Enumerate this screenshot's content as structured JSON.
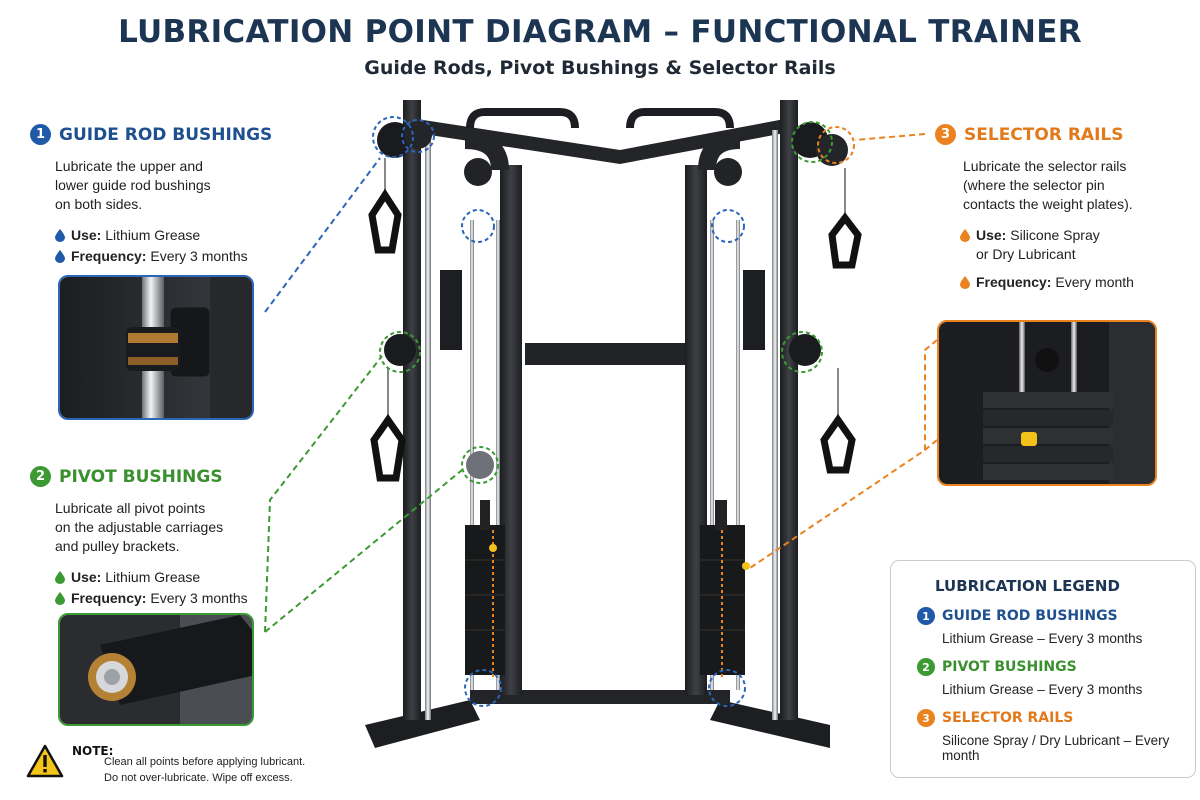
{
  "title": "LUBRICATION POINT DIAGRAM – FUNCTIONAL TRAINER",
  "subtitle": "Guide Rods, Pivot Bushings & Selector Rails",
  "colors": {
    "blue": "#1e5aa8",
    "green": "#3c9a33",
    "orange": "#e9821f",
    "navy": "#1b3553"
  },
  "sections": [
    {
      "number": "1",
      "heading": "GUIDE ROD BUSHINGS",
      "description": [
        "Lubricate the upper and",
        "lower guide rod bushings",
        "on both sides."
      ],
      "use_label": "Use:",
      "use_value": "Lithium Grease",
      "frequency_label": "Frequency:",
      "frequency_value": "Every 3 months",
      "icon": "blue-grease-drop-icon"
    },
    {
      "number": "2",
      "heading": "PIVOT BUSHINGS",
      "description": [
        "Lubricate all pivot points",
        "on the adjustable carriages",
        "and pulley brackets."
      ],
      "use_label": "Use:",
      "use_value": "Lithium Grease",
      "frequency_label": "Frequency:",
      "frequency_value": "Every 3 months",
      "icon": "green-grease-drop-icon"
    },
    {
      "number": "3",
      "heading": "SELECTOR RAILS",
      "description": [
        "Lubricate the selector rails",
        "(where the selector pin",
        "contacts the weight plates)."
      ],
      "use_label": "Use:",
      "use_value_lines": [
        "Silicone Spray",
        "or Dry Lubricant"
      ],
      "frequency_label": "Frequency:",
      "frequency_value": "Every month",
      "icon": "orange-lubricant-drop-icon"
    }
  ],
  "legend": {
    "title": "LUBRICATION LEGEND",
    "items": [
      {
        "number": "1",
        "name": "GUIDE ROD BUSHINGS",
        "detail": "Lithium Grease – Every 3 months"
      },
      {
        "number": "2",
        "name": "PIVOT BUSHINGS",
        "detail": "Lithium Grease – Every 3 months"
      },
      {
        "number": "3",
        "name": "SELECTOR RAILS",
        "detail": "Silicone Spray / Dry Lubricant – Every month"
      }
    ]
  },
  "note": {
    "label": "NOTE:",
    "line1": "Clean all points before applying lubricant.",
    "line2": "Do not over-lubricate. Wipe off excess.",
    "icon": "warning-triangle-icon"
  }
}
